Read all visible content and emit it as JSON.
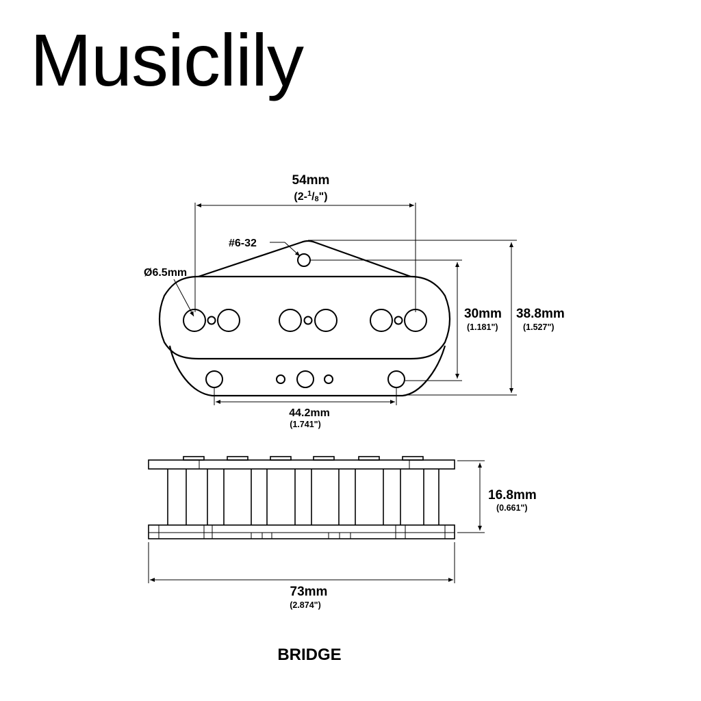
{
  "brand": "Musiclily",
  "caption": "BRIDGE",
  "top_view": {
    "width_dim": {
      "value": "54mm",
      "imperial": "(2-1/8\")",
      "imperial_whole": "(2-",
      "imperial_num": "1",
      "imperial_den": "8",
      "imperial_close": "\")"
    },
    "screw_label": "#6-32",
    "pole_label": "Ø6.5mm",
    "inner_height_dim": {
      "value": "30mm",
      "imperial": "(1.181\")"
    },
    "total_height_dim": {
      "value": "38.8mm",
      "imperial": "(1.527\")"
    },
    "mount_spacing_dim": {
      "value": "44.2mm",
      "imperial": "(1.741\")"
    }
  },
  "side_view": {
    "height_dim": {
      "value": "16.8mm",
      "imperial": "(0.661\")"
    },
    "length_dim": {
      "value": "73mm",
      "imperial": "(2.874\")"
    }
  }
}
